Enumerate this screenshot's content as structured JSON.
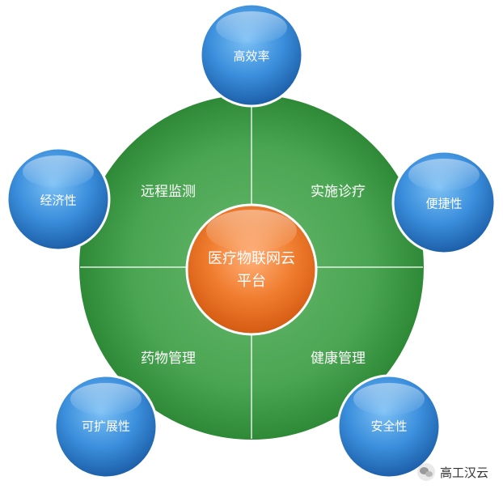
{
  "center": {
    "line1": "医疗物联网云",
    "line2": "平台"
  },
  "quadrants": {
    "top_left": "远程监测",
    "top_right": "实施诊疗",
    "bottom_left": "药物管理",
    "bottom_right": "健康管理"
  },
  "satellites": {
    "top": "高效率",
    "left": "经济性",
    "right": "便捷性",
    "bottom_left": "可扩展性",
    "bottom_right": "安全性"
  },
  "watermark": {
    "text": "高工汉云"
  },
  "colors": {
    "wheel": "#3f9b48",
    "satellite": "#2f7fd0",
    "hub": "#f07a2a"
  }
}
